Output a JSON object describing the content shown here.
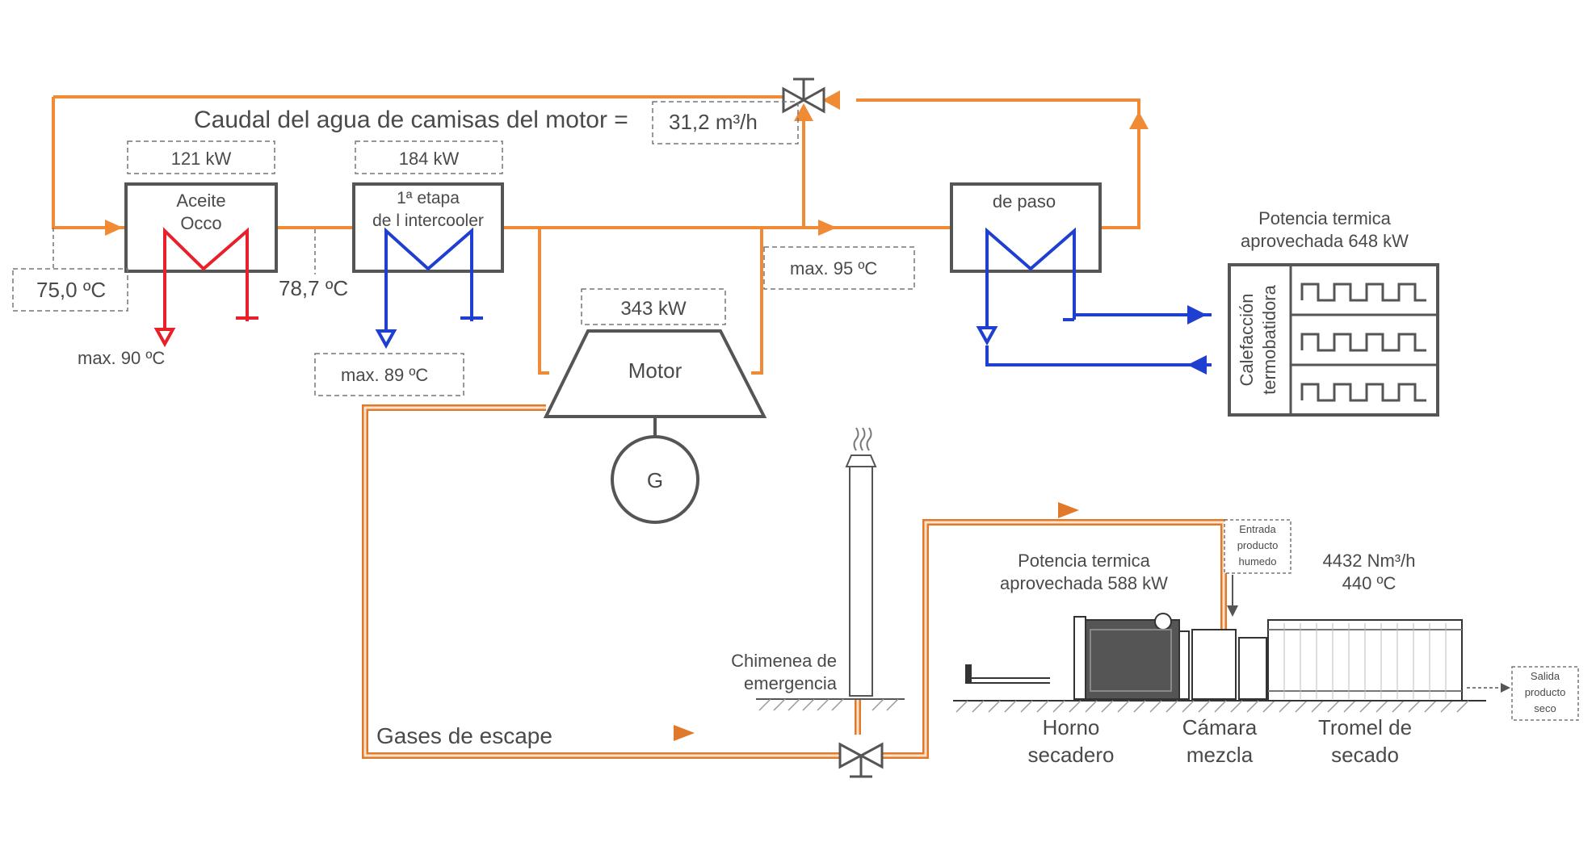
{
  "title": "Caudal del agua de camisas del motor =",
  "flow_value": "31,2 m³/h",
  "temps": {
    "inlet": "75,0 ºC",
    "mid": "78,7 ºC",
    "max95": "max. 95 ºC",
    "max90": "max. 90 ºC",
    "max89": "max. 89 ºC"
  },
  "exchangers": {
    "oil": {
      "power": "121 kW",
      "label1": "Aceite",
      "label2": "Occo"
    },
    "intercooler": {
      "power": "184 kW",
      "label1": "1ª etapa",
      "label2": "de l intercooler"
    },
    "paso": {
      "label": "de paso"
    }
  },
  "motor": {
    "power": "343 kW",
    "label": "Motor",
    "generator": "G"
  },
  "heating": {
    "power1": "Potencia termica",
    "power2": "aprovechada 648 kW",
    "label1": "Calefacción",
    "label2": "termobatidora"
  },
  "dryer": {
    "power1": "Potencia termica",
    "power2": "aprovechada 588 kW",
    "flow": "4432 Nm³/h",
    "temp": "440 ºC",
    "inlet": [
      "Entrada",
      "producto",
      "humedo"
    ],
    "outlet": [
      "Salida",
      "producto",
      "seco"
    ],
    "horno": [
      "Horno",
      "secadero"
    ],
    "camara": [
      "Cámara",
      "mezcla"
    ],
    "tromel": [
      "Tromel de",
      "secado"
    ]
  },
  "chimney": [
    "Chimenea de",
    "emergencia"
  ],
  "exhaust": "Gases de escape",
  "colors": {
    "orange": "#f08a35",
    "red": "#e8202a",
    "blue": "#1f3fd1",
    "grey": "#555555",
    "exhaust": "#e07a2a"
  }
}
